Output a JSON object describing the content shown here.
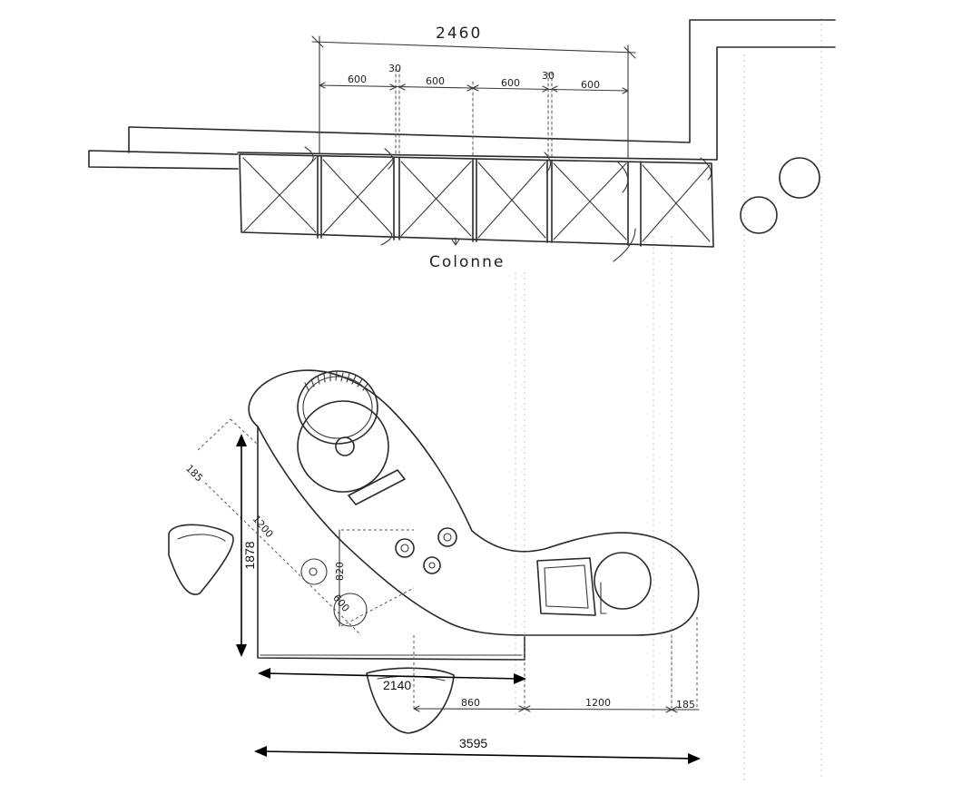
{
  "top_plan": {
    "overall_width": "2460",
    "segments": [
      "600",
      "30",
      "600",
      "600",
      "30",
      "600"
    ],
    "column_label": "Colonne"
  },
  "lower_plan": {
    "handwritten": {
      "diag_185": "185",
      "diag_1200": "1200",
      "height_820": "820",
      "small_600": "600",
      "bottom_860": "860",
      "bottom_1200": "1200",
      "bottom_185": "185"
    },
    "typed": {
      "height_1878": "1878",
      "width_2140": "2140",
      "width_3595": "3595"
    }
  }
}
